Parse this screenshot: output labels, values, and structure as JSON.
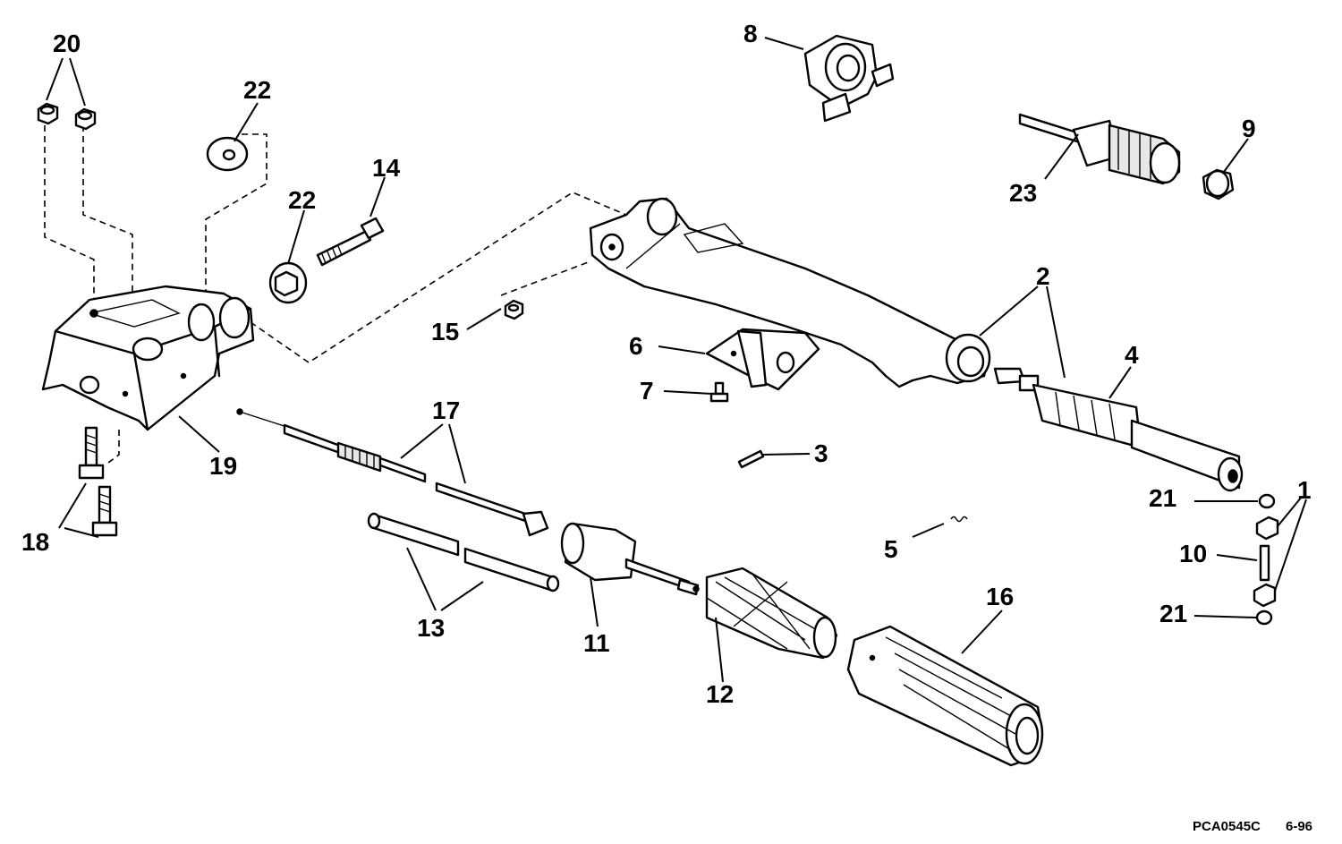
{
  "diagram": {
    "callouts": {
      "c1": "1",
      "c2": "2",
      "c3": "3",
      "c4": "4",
      "c5": "5",
      "c6": "6",
      "c7": "7",
      "c8": "8",
      "c9": "9",
      "c10": "10",
      "c11": "11",
      "c12": "12",
      "c13": "13",
      "c14": "14",
      "c15": "15",
      "c16": "16",
      "c17": "17",
      "c18": "18",
      "c19": "19",
      "c20": "20",
      "c21a": "21",
      "c21b": "21",
      "c22a": "22",
      "c22b": "22",
      "c23": "23"
    },
    "footer": {
      "code": "PCA0545C",
      "date": "6-96"
    }
  }
}
